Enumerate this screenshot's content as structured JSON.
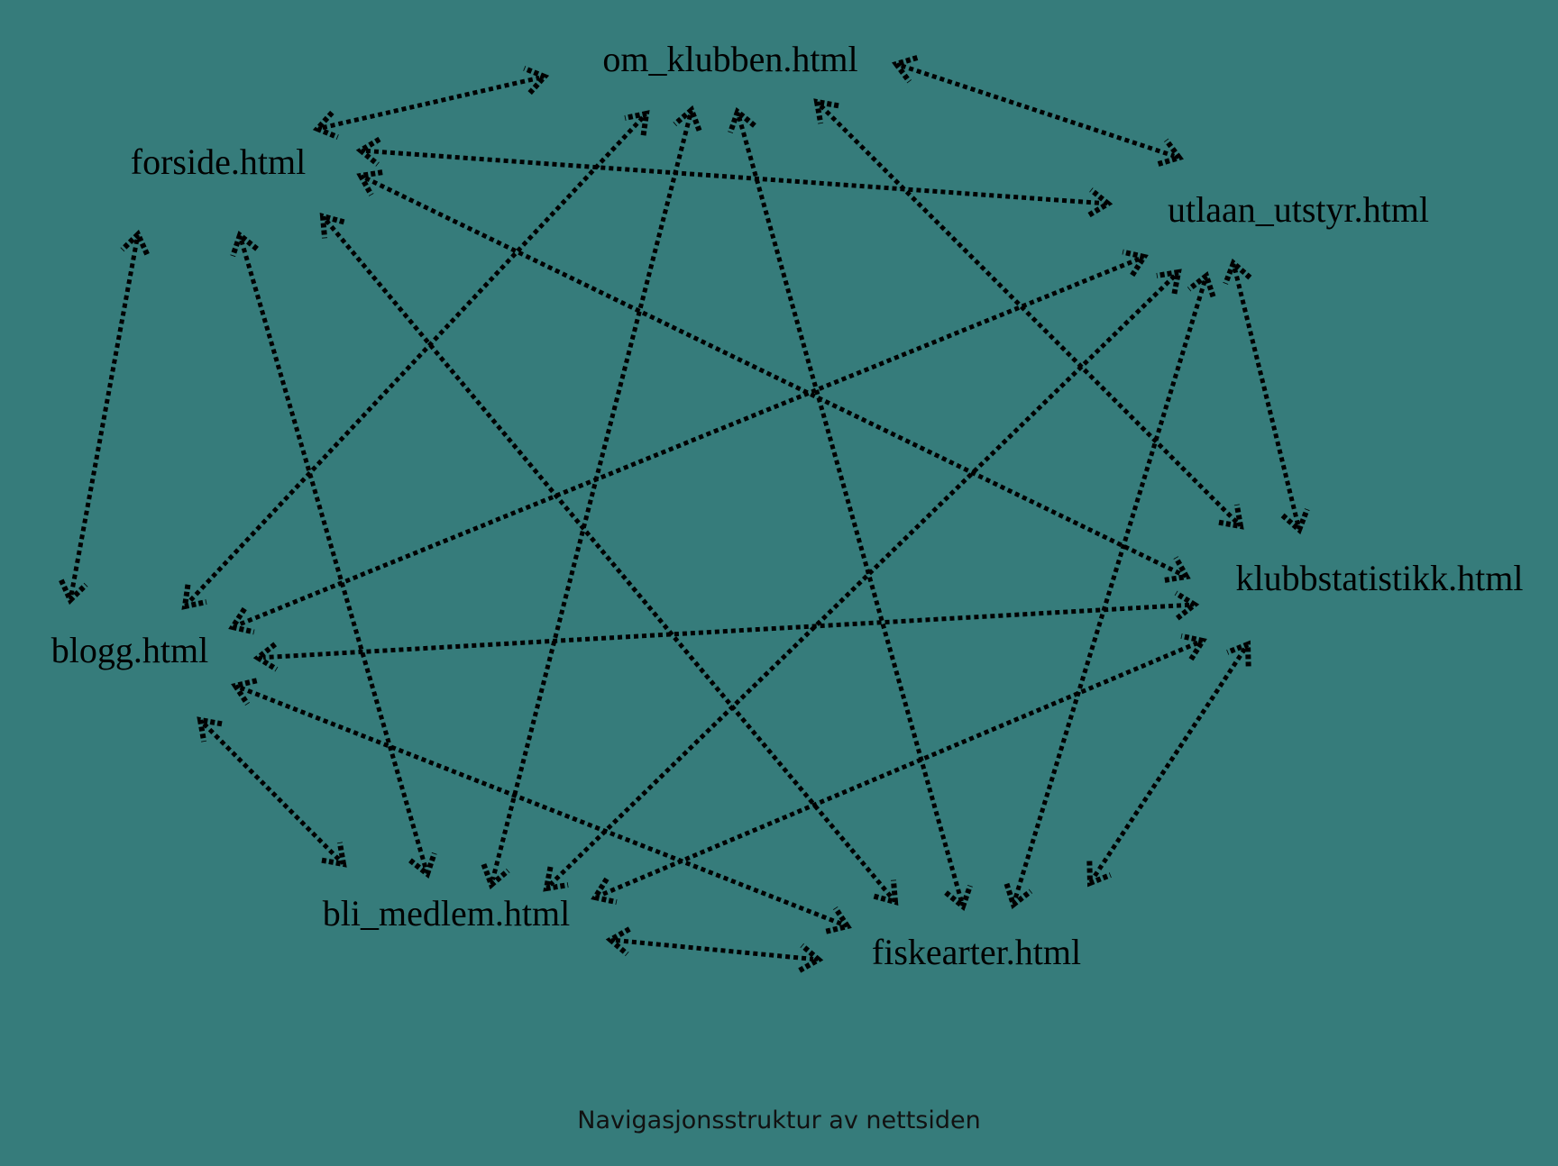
{
  "diagram": {
    "caption": "Navigasjonsstruktur av nettsiden",
    "colors": {
      "background": "#367c7b",
      "text": "#000000",
      "arrow": "#000000"
    },
    "nodes": [
      {
        "id": "om_klubben",
        "label": "om_klubben.html"
      },
      {
        "id": "forside",
        "label": "forside.html"
      },
      {
        "id": "utlaan_utstyr",
        "label": "utlaan_utstyr.html"
      },
      {
        "id": "blogg",
        "label": "blogg.html"
      },
      {
        "id": "klubbstatistikk",
        "label": "klubbstatistikk.html"
      },
      {
        "id": "bli_medlem",
        "label": "bli_medlem.html"
      },
      {
        "id": "fiskearter",
        "label": "fiskearter.html"
      }
    ],
    "links": [
      {
        "from": "forside",
        "to": "om_klubben",
        "style": "dotted",
        "direction": "both"
      },
      {
        "from": "forside",
        "to": "utlaan_utstyr",
        "style": "dotted",
        "direction": "both"
      },
      {
        "from": "forside",
        "to": "blogg",
        "style": "dotted",
        "direction": "both"
      },
      {
        "from": "forside",
        "to": "bli_medlem",
        "style": "dotted",
        "direction": "both"
      },
      {
        "from": "forside",
        "to": "fiskearter",
        "style": "dotted",
        "direction": "both"
      },
      {
        "from": "forside",
        "to": "klubbstatistikk",
        "style": "dotted",
        "direction": "both"
      },
      {
        "from": "om_klubben",
        "to": "utlaan_utstyr",
        "style": "dotted",
        "direction": "both"
      },
      {
        "from": "om_klubben",
        "to": "blogg",
        "style": "dotted",
        "direction": "both"
      },
      {
        "from": "om_klubben",
        "to": "bli_medlem",
        "style": "dotted",
        "direction": "both"
      },
      {
        "from": "om_klubben",
        "to": "fiskearter",
        "style": "dotted",
        "direction": "both"
      },
      {
        "from": "om_klubben",
        "to": "klubbstatistikk",
        "style": "dotted",
        "direction": "both"
      },
      {
        "from": "utlaan_utstyr",
        "to": "blogg",
        "style": "dotted",
        "direction": "both"
      },
      {
        "from": "utlaan_utstyr",
        "to": "bli_medlem",
        "style": "dotted",
        "direction": "both"
      },
      {
        "from": "utlaan_utstyr",
        "to": "fiskearter",
        "style": "dotted",
        "direction": "both"
      },
      {
        "from": "utlaan_utstyr",
        "to": "klubbstatistikk",
        "style": "dotted",
        "direction": "both"
      },
      {
        "from": "klubbstatistikk",
        "to": "blogg",
        "style": "dotted",
        "direction": "both"
      },
      {
        "from": "klubbstatistikk",
        "to": "bli_medlem",
        "style": "dotted",
        "direction": "both"
      },
      {
        "from": "klubbstatistikk",
        "to": "fiskearter",
        "style": "dotted",
        "direction": "both"
      },
      {
        "from": "blogg",
        "to": "bli_medlem",
        "style": "dotted",
        "direction": "both"
      },
      {
        "from": "blogg",
        "to": "fiskearter",
        "style": "dotted",
        "direction": "both"
      },
      {
        "from": "bli_medlem",
        "to": "fiskearter",
        "style": "dotted",
        "direction": "both"
      }
    ]
  }
}
